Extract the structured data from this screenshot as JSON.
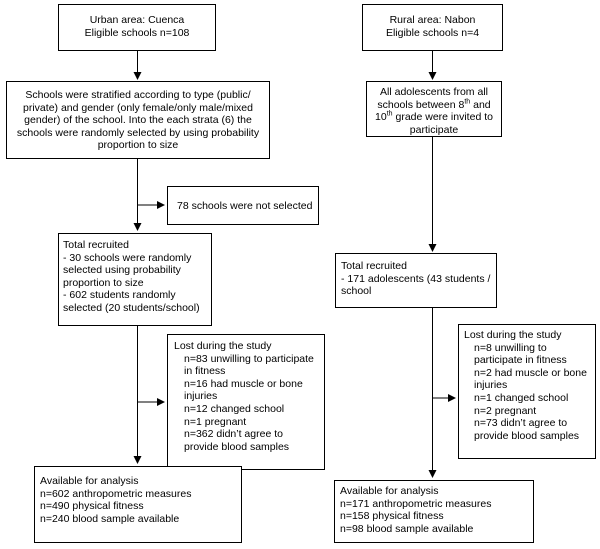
{
  "urban": {
    "area": {
      "title": "Urban area: Cuenca",
      "eligible": "Eligible schools n=108"
    },
    "stratification": "Schools were stratified according to type (public/ private) and gender (only female/only male/mixed gender) of the school. Into the each strata (6) the schools were randomly selected by using probability proportion to size",
    "not_selected": "78 schools were not selected",
    "recruited": {
      "title": "Total recruited",
      "items": [
        "- 30 schools were randomly selected using probability proportion to size",
        "- 602 students randomly selected (20 students/school)"
      ]
    },
    "lost": {
      "title": "Lost during the study",
      "items": [
        "n=83 unwilling to participate in fitness",
        "n=16 had muscle or bone injuries",
        "n=12 changed school",
        "n=1 pregnant",
        "n=362 didn’t agree to provide blood samples"
      ]
    },
    "available": {
      "title": "Available for analysis",
      "items": [
        "n=602 anthropometric measures",
        "n=490 physical fitness",
        "n=240 blood sample available"
      ]
    }
  },
  "rural": {
    "area": {
      "title": "Rural area: Nabon",
      "eligible": "Eligible schools n=4"
    },
    "invited": {
      "part1": "All adolescents from all schools between 8",
      "sup1": "th",
      "part2": " and 10",
      "sup2": "th",
      "part3": " grade were invited to participate"
    },
    "recruited": {
      "title": "Total recruited",
      "items": [
        "- 171 adolescents (43 students / school"
      ]
    },
    "lost": {
      "title": "Lost during the study",
      "items": [
        "n=8 unwilling to participate in fitness",
        "n=2 had muscle or bone injuries",
        "n=1 changed school",
        "n=2 pregnant",
        "n=73 didn’t agree to provide blood samples"
      ]
    },
    "available": {
      "title": "Available for analysis",
      "items": [
        "n=171 anthropometric measures",
        "n=158 physical fitness",
        "n=98 blood sample available"
      ]
    }
  }
}
